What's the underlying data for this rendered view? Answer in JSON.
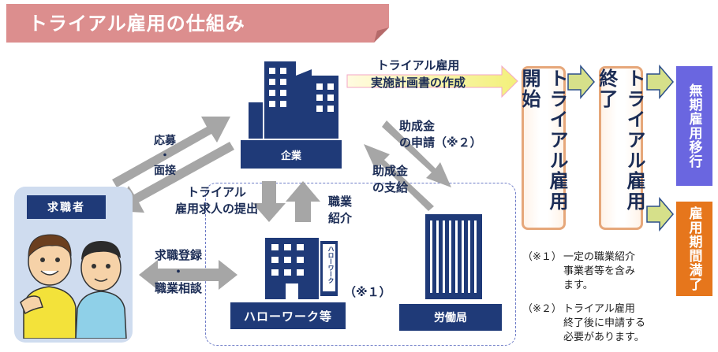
{
  "title": "トライアル雇用の仕組み",
  "nodes": {
    "company": "企業",
    "hello_work": "ハローワーク等",
    "hello_work_sign": "ハローワーク",
    "labor_bureau": "労働局",
    "job_seeker": "求職者"
  },
  "arrows": {
    "application_line1": "応募",
    "application_line2": "・",
    "application_line3": "面接",
    "submit_line1": "トライアル",
    "submit_line2": "雇用求人の提出",
    "referral_line1": "職業",
    "referral_line2": "紹介",
    "register_line1": "求職登録",
    "register_line2": "・",
    "register_line3": "職業相談",
    "subsidy_apply_line1": "助成金",
    "subsidy_apply_line2": "の申請（※２）",
    "subsidy_pay_line1": "助成金",
    "subsidy_pay_line2": "の支給",
    "plan_line1": "トライアル雇用",
    "plan_line2": "実施計画書の作成",
    "hello_work_note": "（※１）"
  },
  "flow": {
    "start": "トライアル雇用開始",
    "end": "トライアル雇用終了",
    "permanent": "無期雇用移行",
    "expire": "雇用期間満了"
  },
  "notes": [
    {
      "mark": "（※１）",
      "lines": [
        "一定の職業紹介",
        "事業者等を含み",
        "ます。"
      ]
    },
    {
      "mark": "（※２）",
      "lines": [
        "トライアル雇用",
        "終了後に申請する",
        "必要があります。"
      ]
    }
  ],
  "colors": {
    "navy": "#1f3a78",
    "banner": "#dc8e8e",
    "gray_arrow": "#a6a6a6",
    "permanent_box": "#6a66e0",
    "expire_box": "#e6761c",
    "flow_arrow": "#d6e08a"
  }
}
